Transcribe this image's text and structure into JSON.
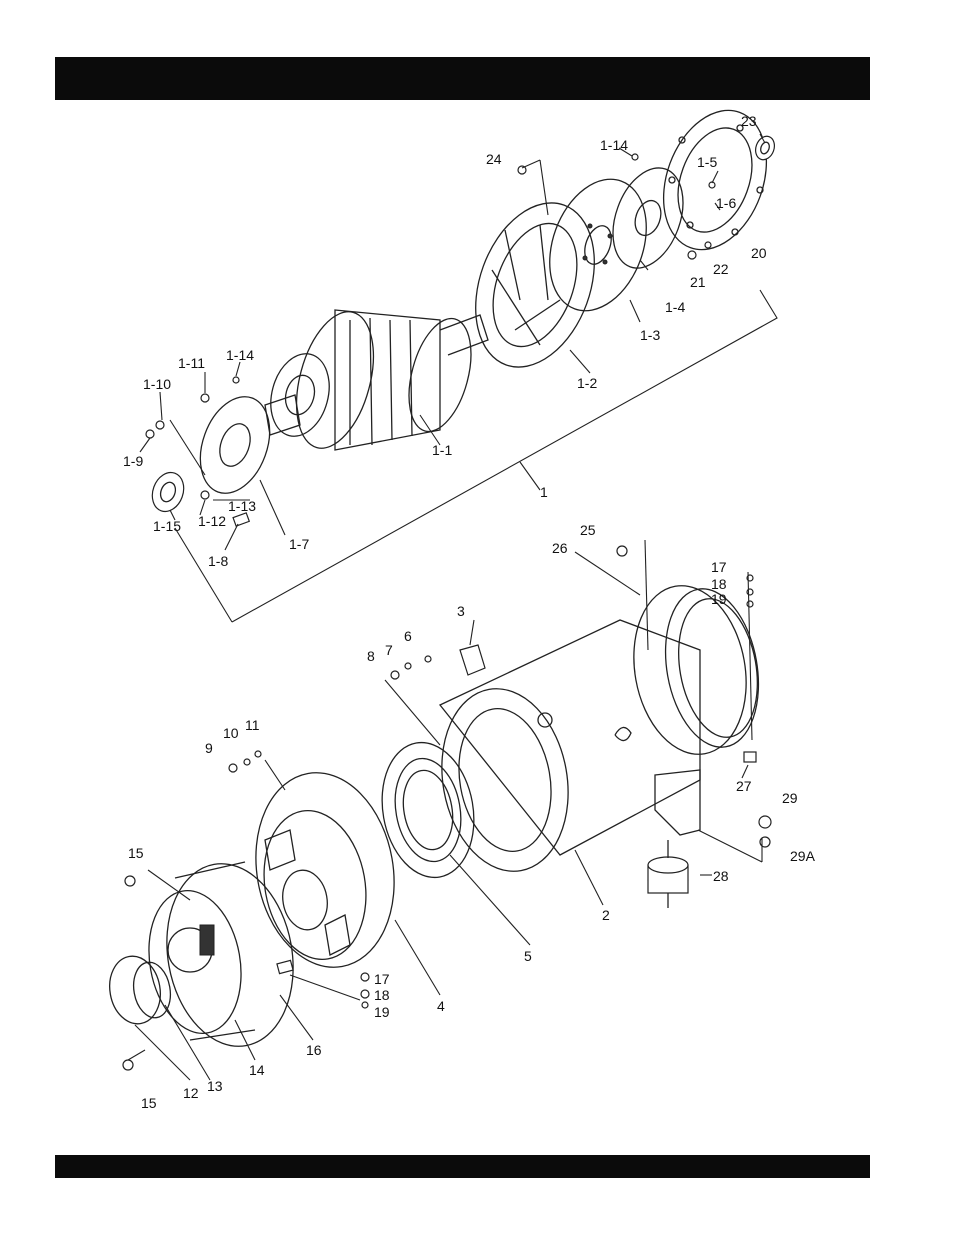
{
  "header": {
    "title": ""
  },
  "footer": {
    "text": ""
  },
  "callouts": [
    {
      "id": "c-1-14a",
      "text": "1-14"
    },
    {
      "id": "c-23",
      "text": "23"
    },
    {
      "id": "c-24",
      "text": "24"
    },
    {
      "id": "c-1-5",
      "text": "1-5"
    },
    {
      "id": "c-1-6",
      "text": "1-6"
    },
    {
      "id": "c-20",
      "text": "20"
    },
    {
      "id": "c-21",
      "text": "21"
    },
    {
      "id": "c-22",
      "text": "22"
    },
    {
      "id": "c-1-4",
      "text": "1-4"
    },
    {
      "id": "c-1-3",
      "text": "1-3"
    },
    {
      "id": "c-1-2",
      "text": "1-2"
    },
    {
      "id": "c-1-11",
      "text": "1-11"
    },
    {
      "id": "c-1-14b",
      "text": "1-14"
    },
    {
      "id": "c-1-10",
      "text": "1-10"
    },
    {
      "id": "c-1-9",
      "text": "1-9"
    },
    {
      "id": "c-1-1",
      "text": "1-1"
    },
    {
      "id": "c-1",
      "text": "1"
    },
    {
      "id": "c-1-13",
      "text": "1-13"
    },
    {
      "id": "c-1-12",
      "text": "1-12"
    },
    {
      "id": "c-1-15",
      "text": "1-15"
    },
    {
      "id": "c-1-7",
      "text": "1-7"
    },
    {
      "id": "c-1-8",
      "text": "1-8"
    },
    {
      "id": "c-25",
      "text": "25"
    },
    {
      "id": "c-26",
      "text": "26"
    },
    {
      "id": "c-17a",
      "text": "17"
    },
    {
      "id": "c-18a",
      "text": "18"
    },
    {
      "id": "c-19a",
      "text": "19"
    },
    {
      "id": "c-3",
      "text": "3"
    },
    {
      "id": "c-6",
      "text": "6"
    },
    {
      "id": "c-7",
      "text": "7"
    },
    {
      "id": "c-8",
      "text": "8"
    },
    {
      "id": "c-11",
      "text": "11"
    },
    {
      "id": "c-10",
      "text": "10"
    },
    {
      "id": "c-9",
      "text": "9"
    },
    {
      "id": "c-27",
      "text": "27"
    },
    {
      "id": "c-29",
      "text": "29"
    },
    {
      "id": "c-29A",
      "text": "29A"
    },
    {
      "id": "c-15a",
      "text": "15"
    },
    {
      "id": "c-28",
      "text": "28"
    },
    {
      "id": "c-2",
      "text": "2"
    },
    {
      "id": "c-5",
      "text": "5"
    },
    {
      "id": "c-17b",
      "text": "17"
    },
    {
      "id": "c-18b",
      "text": "18"
    },
    {
      "id": "c-19b",
      "text": "19"
    },
    {
      "id": "c-4",
      "text": "4"
    },
    {
      "id": "c-16",
      "text": "16"
    },
    {
      "id": "c-14",
      "text": "14"
    },
    {
      "id": "c-13",
      "text": "13"
    },
    {
      "id": "c-12",
      "text": "12"
    },
    {
      "id": "c-15b",
      "text": "15"
    }
  ]
}
